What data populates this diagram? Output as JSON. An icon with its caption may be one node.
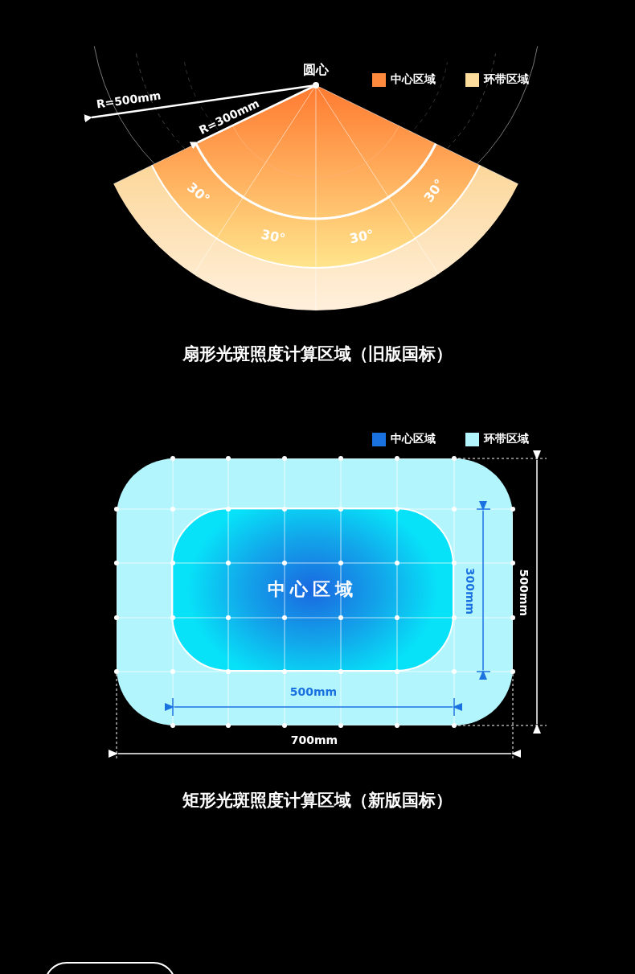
{
  "diagram": {
    "nodes": [
      {
        "text": [],
        "shape": "box"
      },
      {
        "text": [
          "中心区域"
        ],
        "in": 0
      },
      {
        "text": [],
        "shape": "box"
      }
    ],
    "edges": [],
    "labels": [
      "圆心",
      "R=500mm",
      "R=300mm",
      "30°",
      "30°",
      "30°",
      "30°",
      "扇形光斑照度计算区域（旧版国标）",
      "300mm",
      "500mm",
      "500mm",
      "700mm",
      "矩形光斑照度计算区域（新版国标）"
    ],
    "legend": [
      {
        "text": "中心区域",
        "color": "#ff8a3d"
      },
      {
        "text": "环带区域",
        "color": "#fddc9c"
      },
      {
        "text": "中心区域",
        "color": "#1a72e0"
      },
      {
        "text": "环带区域",
        "color": "#b3f5fc"
      }
    ]
  }
}
